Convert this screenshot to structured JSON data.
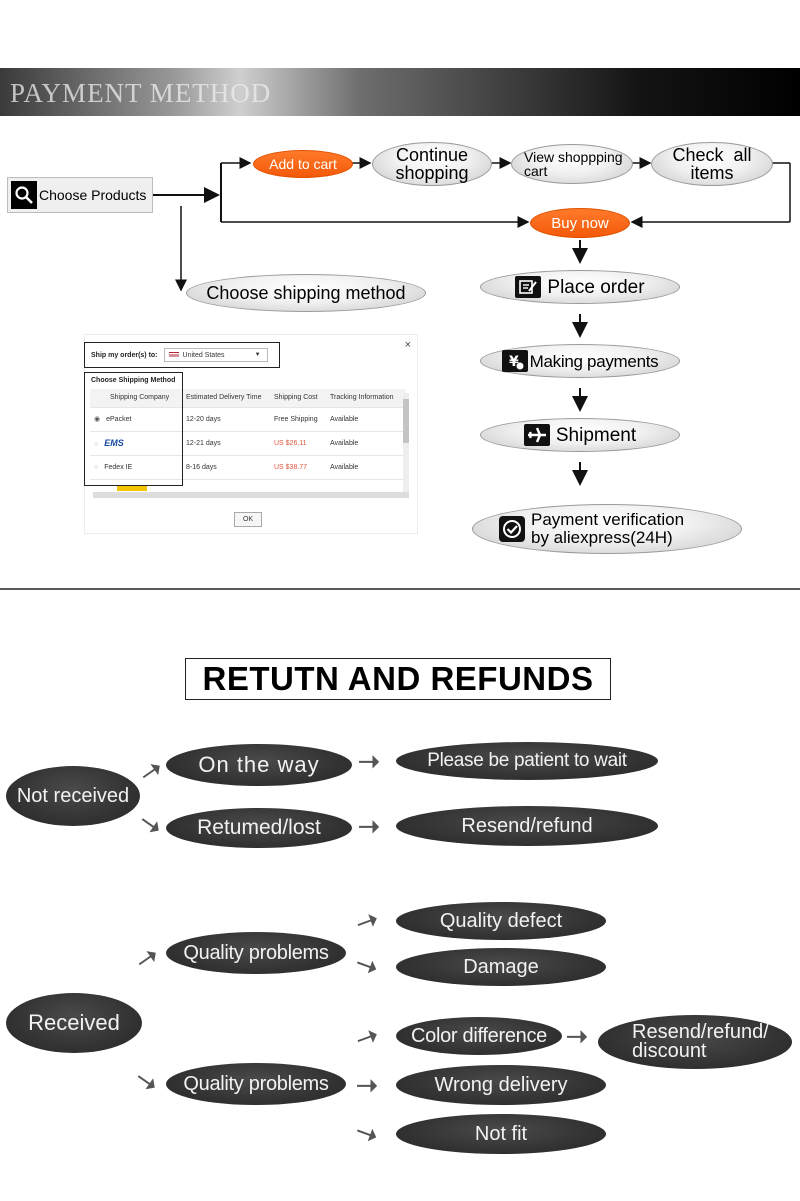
{
  "payment": {
    "title": "PAYMENT METHOD",
    "choose_products": "Choose Products",
    "add_to_cart": "Add to cart",
    "continue_shopping": [
      "Continue",
      "shopping"
    ],
    "view_cart": [
      "View shoppping",
      "cart"
    ],
    "check_items": [
      "Check  all",
      "items"
    ],
    "buy_now": "Buy now",
    "choose_shipping": "Choose shipping method",
    "place_order": "Place order",
    "making_payments": "Making payments",
    "shipment": "Shipment",
    "verification": [
      "Payment verification",
      "by aliexpress(24H)"
    ]
  },
  "dialog": {
    "close": "×",
    "ship_to_label": "Ship my order(s) to:",
    "country": "United States",
    "method_label": "Choose Shipping Method",
    "headers": [
      "Shipping Company",
      "Estimated Delivery Time",
      "Shipping Cost",
      "Tracking Information"
    ],
    "rows": [
      {
        "company": "ePacket",
        "time": "12-20 days",
        "cost": "Free Shipping",
        "tracking": "Available"
      },
      {
        "company": "EMS",
        "time": "12-21 days",
        "cost": "US $26.11",
        "tracking": "Available"
      },
      {
        "company": "Fedex IE",
        "time": "8-16 days",
        "cost": "US $38.77",
        "tracking": "Available"
      }
    ],
    "ok": "OK"
  },
  "returns": {
    "title": "RETUTN AND REFUNDS",
    "not_received": "Not received",
    "on_the_way": "On the way",
    "wait": "Please be patient to wait",
    "returned_lost": "Retumed/lost",
    "resend_refund": "Resend/refund",
    "received": "Received",
    "quality_problems_1": "Quality problems",
    "quality_defect": "Quality defect",
    "damage": "Damage",
    "quality_problems_2": "Quality problems",
    "color_difference": "Color difference",
    "resend_refund_discount": [
      "Resend/refund/",
      "discount"
    ],
    "wrong_delivery": "Wrong delivery",
    "not_fit": "Not fit"
  },
  "colors": {
    "accent_orange": "#f56a1a",
    "dark_ellipse": "#333333",
    "cost_red": "#e0563b"
  }
}
